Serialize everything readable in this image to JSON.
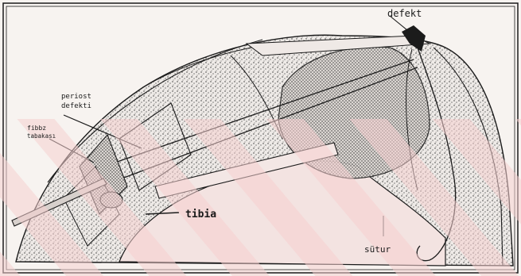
{
  "labels": {
    "defekt": "defekt",
    "periost_line1": "periost",
    "periost_line2": "defekti",
    "fibula_line1": "fibbz",
    "fibula_line2": "tabakası",
    "tibia": "tibia",
    "sutur": "sütur"
  },
  "colors": {
    "paper": "#f7f3f0",
    "ink": "#1b1b1b",
    "watermark": "#f4c7c7"
  }
}
